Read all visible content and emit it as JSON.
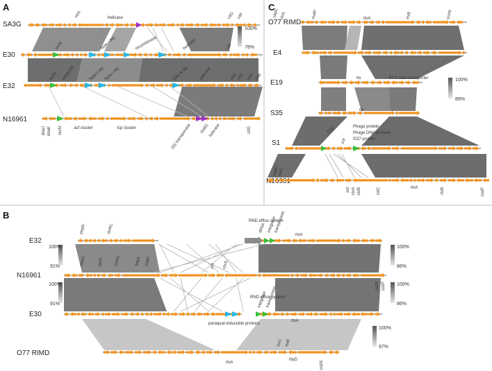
{
  "panels": [
    {
      "letter": "A",
      "tracks": [
        {
          "name": "SA3G",
          "genes": [
            "strA",
            "helicase",
            "cItG",
            "cItF"
          ]
        },
        {
          "name": "E30",
          "genes": [
            "recN",
            "hypo I RE",
            "recombinase",
            "helicase",
            "cItF"
          ]
        },
        {
          "name": "E32",
          "genes": [
            "recN",
            "integrase",
            "hypo I RE",
            "hypo I RE",
            "type III RE",
            "helicase",
            "cItG",
            "cItX",
            "cItA",
            "cItB"
          ]
        },
        {
          "name": "N16961",
          "genes": [
            "dnaJ",
            "dnaK",
            "recN",
            "IS5 transposase",
            "IS481",
            "helicase",
            "cItG"
          ]
        }
      ],
      "clusters": [
        "acf cluster",
        "tcp cluster"
      ],
      "scale": {
        "max": "100%",
        "min": "78%"
      }
    },
    {
      "letter": "B",
      "tracks": [
        {
          "name": "E32",
          "genes": [
            "pepN",
            "rlmKL",
            "RND efflux system",
            "tRNA",
            "integrase",
            "transposase",
            "rtxA"
          ]
        },
        {
          "name": "N16961",
          "genes": [
            "pepN",
            "gyrG",
            "rlmKL",
            "tlsbA",
            "malP",
            "zot",
            "ctxA",
            "cozN",
            "cozP"
          ]
        },
        {
          "name": "E30",
          "genes": [
            "RND efflux system",
            "integrase",
            "transposase",
            "rtxA"
          ]
        },
        {
          "name": "O77 RIMD",
          "genes": [
            "rtxA",
            "rtxC",
            "hlyD",
            "rtxB",
            "cozN"
          ]
        }
      ],
      "annotations": [
        "paraquat-inducuble proteins"
      ],
      "scales": [
        {
          "max": "100%",
          "min": "91%"
        },
        {
          "max": "100%",
          "min": "91%"
        },
        {
          "max": "100%",
          "min": "86%"
        },
        {
          "max": "100%",
          "min": "86%"
        },
        {
          "max": "100%",
          "min": "97%"
        }
      ]
    },
    {
      "letter": "C",
      "tracks": [
        {
          "name": "O77 RIMD",
          "genes": [
            "zapC",
            "rlmL",
            "malP",
            "rtxA",
            "rtxB",
            "cozN"
          ]
        },
        {
          "name": "E4",
          "genes": []
        },
        {
          "name": "E19",
          "genes": [
            "rtx",
            "RTX toxin transporter"
          ]
        },
        {
          "name": "S35",
          "genes": [
            "rtx"
          ]
        },
        {
          "name": "S1",
          "genes": [
            "f237",
            "zot",
            "Phage protein",
            "Phage DNA primase",
            "f237 protein"
          ]
        },
        {
          "name": "N16961",
          "genes": [
            "zapC",
            "rlmL",
            "zot",
            "ctxA",
            "ctxB",
            "rstC",
            "rtxA",
            "rtxB",
            "cozP"
          ]
        }
      ],
      "scale": {
        "max": "100%",
        "min": "89%"
      }
    }
  ],
  "colors": {
    "gene": "#f0921e",
    "cyan": "#29b7e6",
    "green": "#38bf3c",
    "purple": "#9b2fc6",
    "gray": "#8a8a8a"
  }
}
